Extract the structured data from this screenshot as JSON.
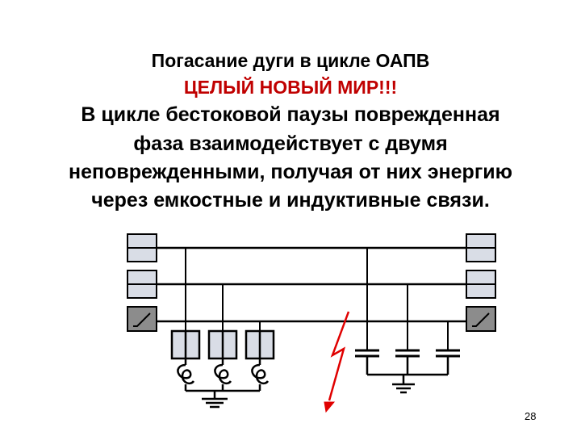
{
  "heading": {
    "line1": "Погасание дуги в цикле ОАПВ",
    "line2": "ЦЕЛЫЙ НОВЫЙ МИР!!!"
  },
  "body": {
    "lines": [
      "В цикле бестоковой паузы поврежденная",
      "фаза взаимодействует с двумя",
      "неповрежденными, получая от них энергию",
      "через емкостные и индуктивные связи."
    ]
  },
  "page_number": "28",
  "colors": {
    "accent": "#c00000",
    "box_fill": "#d9dde6",
    "switch_fill": "#8c8c8c",
    "line": "#000000",
    "arc": "#e00000"
  }
}
